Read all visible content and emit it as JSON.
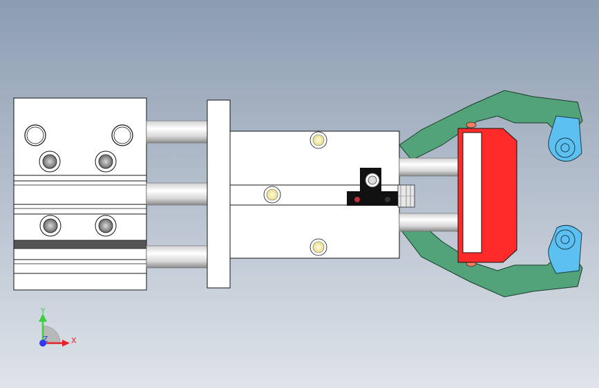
{
  "viewport": {
    "background_top": "#8c9db1",
    "background_bottom": "#dfe3ea"
  },
  "triad": {
    "x_label": "X",
    "y_label": "Y",
    "z_label": "Z",
    "x_color": "#e8202a",
    "y_color": "#3ecf3e",
    "z_color": "#2a3cf0"
  },
  "model": {
    "colors": {
      "body_fill": "#ffffff",
      "edge_line": "#111111",
      "rod_light": "#f4f4f4",
      "rod_dark": "#9a9a9a",
      "groove": "#555555",
      "jaw_green": "#52a37a",
      "clamp_red": "#ff2a2a",
      "pivot_blue": "#5cc0f0",
      "bolt_yellow": "#f4eeb0",
      "sensor_black": "#111111",
      "sensor_led": "#c0303a"
    }
  }
}
